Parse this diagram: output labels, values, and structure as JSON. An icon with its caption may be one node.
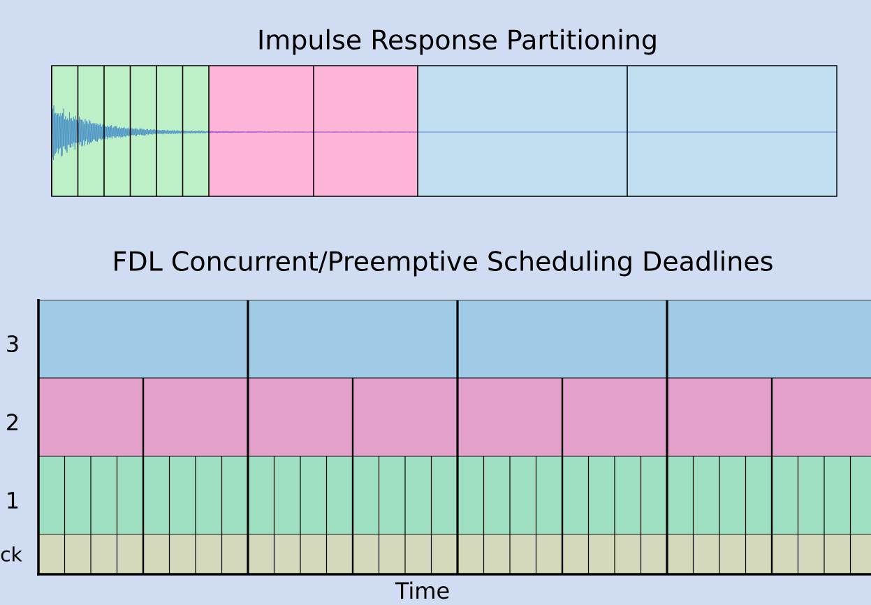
{
  "diagram": {
    "title": "Impulse Response Partitioning",
    "labels": [
      "FDL Concurrent/Preemptive Scheduling Deadlines",
      "3",
      "2",
      "1",
      "ck",
      "Time"
    ]
  }
}
